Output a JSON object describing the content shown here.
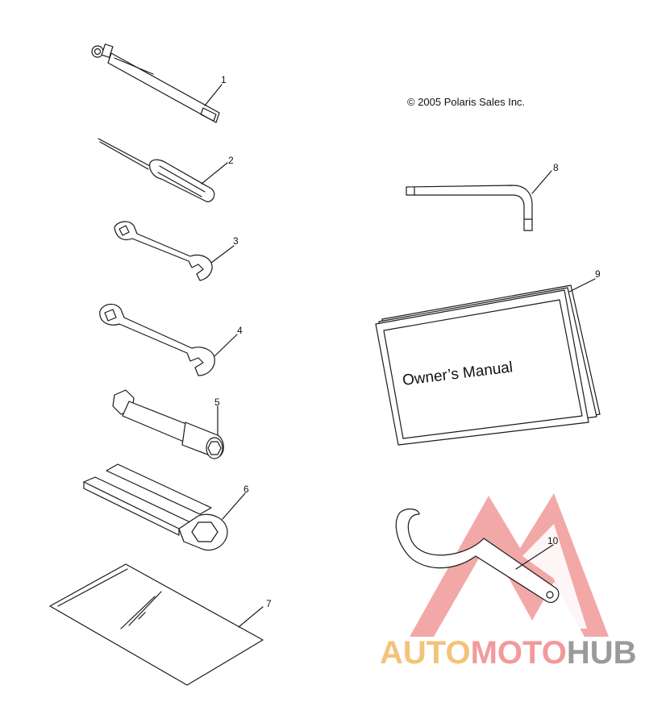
{
  "copyright": "© 2005 Polaris Sales Inc.",
  "callouts": [
    "1",
    "2",
    "3",
    "4",
    "5",
    "6",
    "7",
    "8",
    "9",
    "10"
  ],
  "manual": {
    "title": "Owner’s Manual"
  },
  "watermark": {
    "part1": "AUTO",
    "part2": "MOTO",
    "part3": "HUB",
    "colors": {
      "auto": "#f2c37a",
      "moto": "#f29a9a",
      "hub": "#9a9a9a",
      "triangle": "#f07a7a"
    }
  }
}
